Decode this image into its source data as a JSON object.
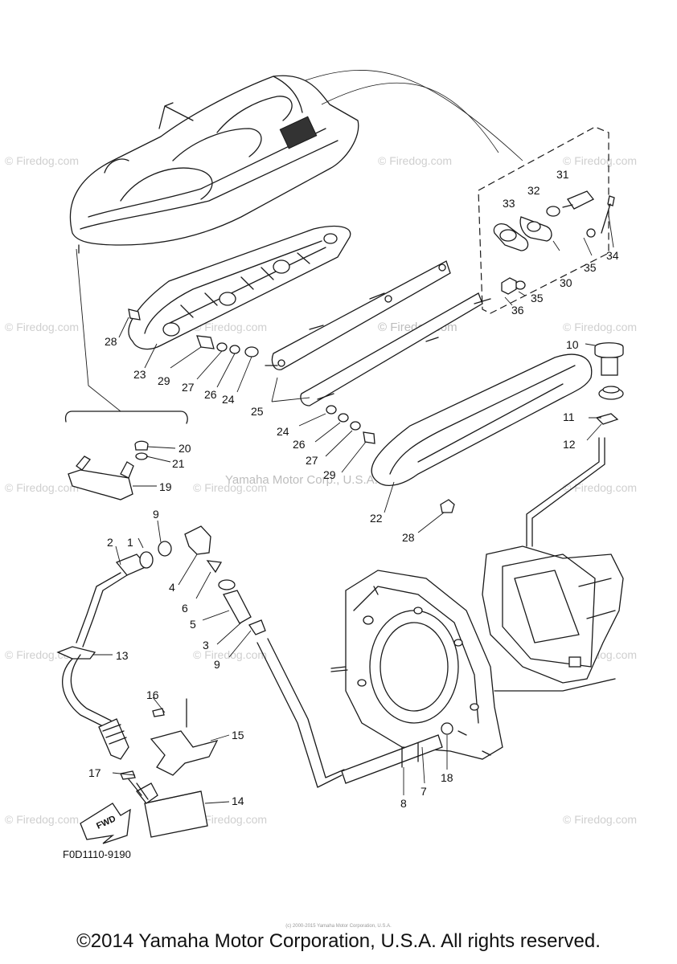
{
  "watermarks": {
    "firedog": "© Firedog.com",
    "yamaha": "Yamaha Motor Corp., U.S.A."
  },
  "diagram": {
    "code": "F0D1110-9190",
    "fwd_label": "FWD",
    "callouts": {
      "c1": "1",
      "c2": "2",
      "c3": "3",
      "c4": "4",
      "c5": "5",
      "c6": "6",
      "c7": "7",
      "c8": "8",
      "c9a": "9",
      "c9b": "9",
      "c10": "10",
      "c11": "11",
      "c12": "12",
      "c13": "13",
      "c14": "14",
      "c15": "15",
      "c16": "16",
      "c17": "17",
      "c18": "18",
      "c19": "19",
      "c20": "20",
      "c21": "21",
      "c22": "22",
      "c23": "23",
      "c24a": "24",
      "c24b": "24",
      "c25": "25",
      "c26a": "26",
      "c26b": "26",
      "c27a": "27",
      "c27b": "27",
      "c28a": "28",
      "c28b": "28",
      "c29a": "29",
      "c29b": "29",
      "c30": "30",
      "c31": "31",
      "c32": "32",
      "c33": "33",
      "c34": "34",
      "c35a": "35",
      "c35b": "35",
      "c36": "36"
    }
  },
  "footer": {
    "credit": "(c) 2000-2015 Yamaha Motor Corporation, U.S.A.",
    "copyright": "©2014 Yamaha Motor Corporation, U.S.A. All rights reserved."
  }
}
